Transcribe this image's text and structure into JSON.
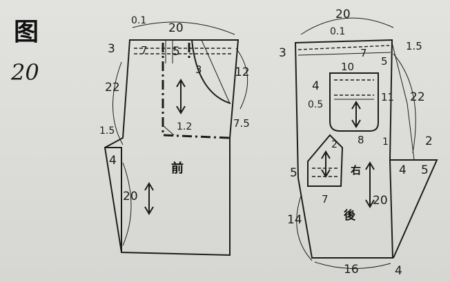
{
  "figure": {
    "char": "图",
    "number": "20"
  },
  "front": {
    "title": "前",
    "labels": {
      "top_offset": "0.1",
      "top_width": "20",
      "left_drop": "3",
      "dart_left": "7",
      "dart_width": "5",
      "pocket_diag": "3",
      "right_height": "12",
      "left_height": "22",
      "pocket_corner": "1.2",
      "pocket_end": "7.5",
      "side_small": "1.5",
      "side_width": "4",
      "lower_height": "20"
    }
  },
  "back": {
    "title": "後",
    "piece_mark": "右",
    "labels": {
      "top_width": "20",
      "top_offset": "0.1",
      "left_drop": "3",
      "right_drop": "1.5",
      "pocket_top": "10",
      "dart_7": "7",
      "dart_5": "5",
      "pocket_left": "4",
      "pocket_small": "0.5",
      "pocket_right": "11",
      "right_height": "22",
      "pocket_bottom": "8",
      "pocket_tick": "1",
      "flap_2": "2",
      "flap_5": "5",
      "flap_7": "7",
      "side_2": "2",
      "side_4": "4",
      "side_5": "5",
      "left_height": "14",
      "lower_height": "20",
      "bottom_width": "16",
      "bottom_right": "4"
    }
  }
}
